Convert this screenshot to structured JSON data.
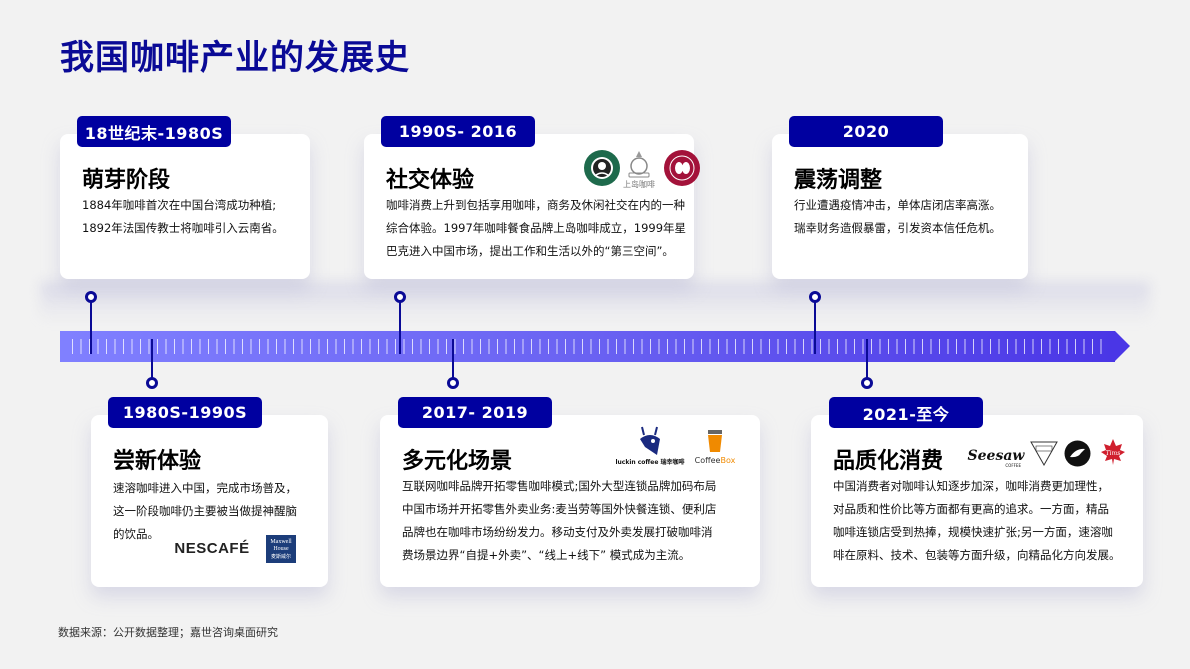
{
  "page": {
    "title": "我国咖啡产业的发展史",
    "source": "数据来源：公开数据整理；嘉世咨询桌面研究"
  },
  "colors": {
    "title": "#0a0a96",
    "tag_bg": "#0000a0",
    "timeline_start": "#8080ff",
    "timeline_end": "#4a36e6",
    "background": "#f2f2f2"
  },
  "stages": [
    {
      "period": "18世纪末-1980S",
      "title": "萌芽阶段",
      "lines": [
        "1884年咖啡首次在中国台湾成功种植;",
        "1892年法国传教士将咖啡引入云南省。"
      ],
      "position": "top",
      "logos": []
    },
    {
      "period": "1980S-1990S",
      "title": "尝新体验",
      "lines": [
        "速溶咖啡进入中国，完成市场普及，",
        "这一阶段咖啡仍主要被当做提神醒脑",
        "的饮品。"
      ],
      "position": "bottom",
      "logos": [
        {
          "name": "NESCAFÉ"
        },
        {
          "name": "Maxwell House",
          "sub": "麦斯威尔"
        }
      ]
    },
    {
      "period": "1990S- 2016",
      "title": "社交体验",
      "lines": [
        "咖啡消费上升到包括享用咖啡，商务及休闲社交在内的一种",
        "综合体验。1997年咖啡餐食品牌上岛咖啡成立，1999年星",
        "巴克进入中国市场，提出工作和生活以外的“第三空间”。"
      ],
      "position": "top",
      "logos": [
        {
          "name": "STARBUCKS COFFEE"
        },
        {
          "name": "上岛咖啡"
        },
        {
          "name": "COSTA COFFEE"
        }
      ]
    },
    {
      "period": "2017- 2019",
      "title": "多元化场景",
      "lines": [
        "互联网咖啡品牌开拓零售咖啡模式;国外大型连锁品牌加码布局",
        "中国市场并开拓零售外卖业务:麦当劳等国外快餐连锁、便利店",
        "品牌也在咖啡市场纷纷发力。移动支付及外卖发展打破咖啡消",
        "费场景边界“自提+外卖”、“线上+线下” 模式成为主流。"
      ],
      "position": "bottom",
      "logos": [
        {
          "name": "luckin coffee",
          "sub": "瑞幸咖啡"
        },
        {
          "name": "Coffee Box",
          "part1": "Coffee",
          "part2": "Box"
        }
      ]
    },
    {
      "period": "2020",
      "title": "震荡调整",
      "lines": [
        "行业遭遇疫情冲击，单体店闭店率高涨。",
        "瑞幸财务造假暴雷，引发资本信任危机。"
      ],
      "position": "top",
      "logos": []
    },
    {
      "period": "2021-至今",
      "title": "品质化消费",
      "lines": [
        "中国消费者对咖啡认知逐步加深，咖啡消费更加理性，",
        "对品质和性价比等方面都有更高的追求。一方面，精品",
        "咖啡连锁店受到热捧，规模快速扩张;另一方面，速溶咖",
        "啡在原料、技术、包装等方面升级，向精品化方向发展。"
      ],
      "position": "bottom",
      "logos": [
        {
          "name": "Seesaw",
          "sub": "COFFEE"
        },
        {
          "name": "MANNER"
        },
        {
          "name": "bird-logo"
        },
        {
          "name": "Tims"
        }
      ]
    }
  ]
}
